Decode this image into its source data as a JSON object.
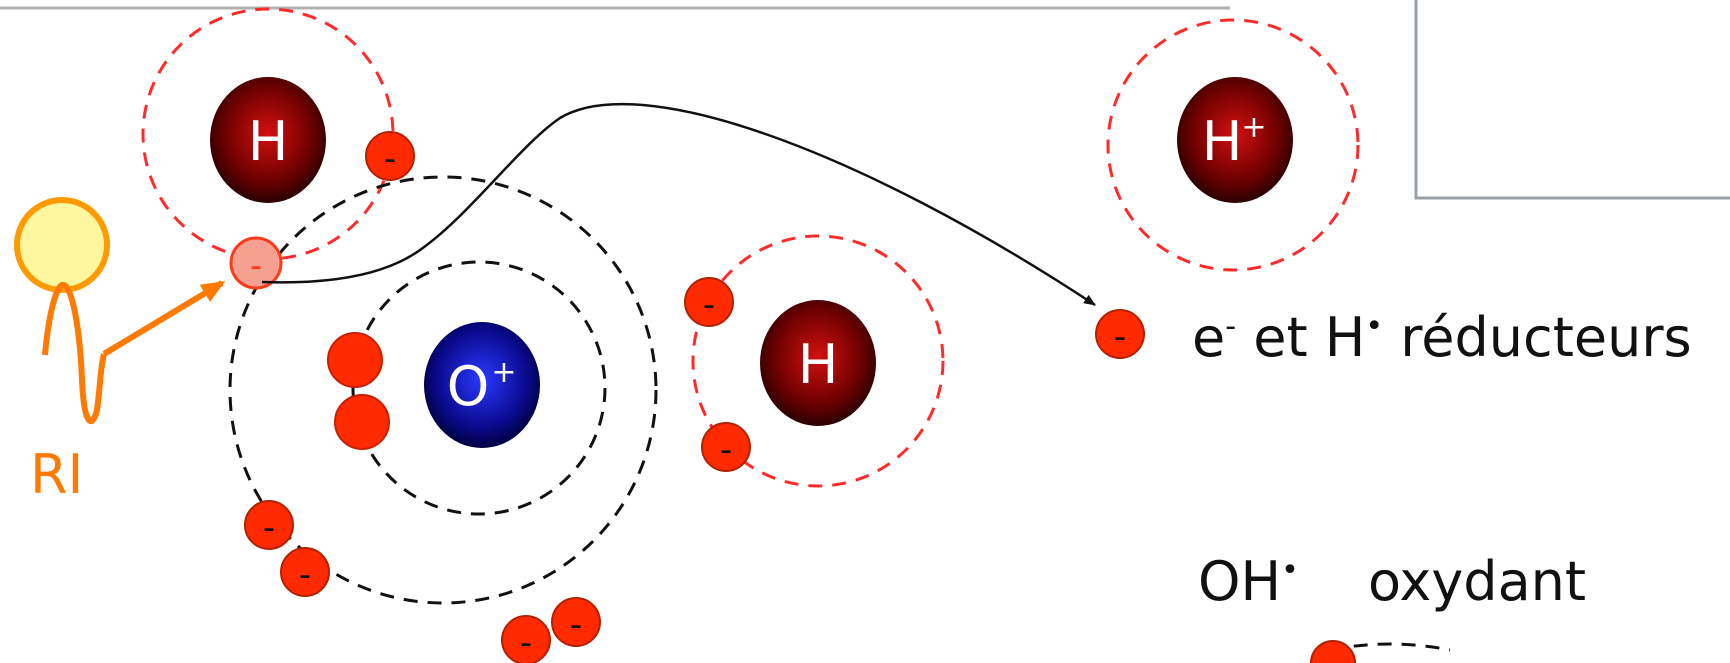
{
  "nuclei": {
    "h_left": "H",
    "h_right": "H",
    "h_plus": "H",
    "h_plus_sup": "+",
    "oxygen": "O",
    "oxygen_sup": "+"
  },
  "electron_sign": "-",
  "radiation_label": "RI",
  "legend": {
    "reducers_e": "e",
    "reducers_e_sup": "-",
    "reducers_mid": " et H",
    "reducers_dot": "•",
    "reducers_tail": " réducteurs",
    "oxidant_oh": "OH",
    "oxidant_dot": "•",
    "oxidant_tail": "oxydant"
  },
  "colors": {
    "h_nucleus": "#7a0000",
    "o_nucleus": "#0a0a9e",
    "electron": "#ff2a00",
    "electron_border": "#b22200",
    "radiation": "#ff7a00",
    "sun_fill": "#fff7a0",
    "orbit_red": "#ff2a2a",
    "orbit_black": "#111111"
  }
}
